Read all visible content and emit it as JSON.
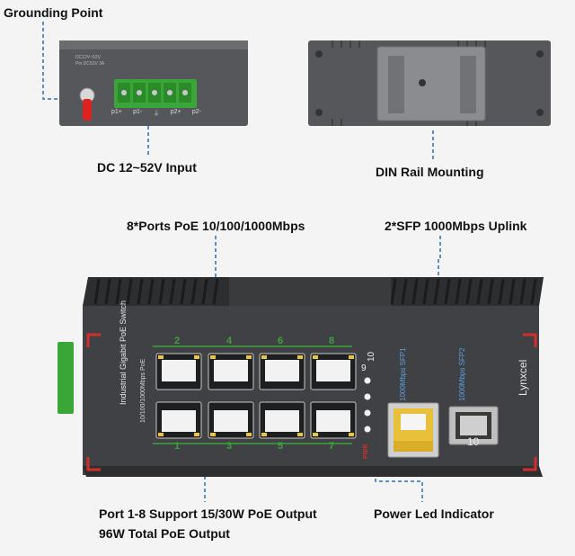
{
  "labels": {
    "grounding_point": "Grounding Point",
    "dc_input": "DC 12~52V Input",
    "din_rail": "DIN Rail Mounting",
    "ports_poe": "8*Ports PoE 10/100/1000Mbps",
    "sfp_uplink": "2*SFP 1000Mbps Uplink",
    "port_support_1": "Port 1-8 Support 15/30W PoE Output",
    "port_support_2": "96W Total PoE Output",
    "power_led": "Power Led Indicator"
  },
  "device": {
    "side_text": "Industrial Gigabit PoE Switch",
    "side_subtext": "10/100/1000Mbps PoE",
    "brand": "Lynxcel",
    "top_port_numbers": [
      "2",
      "4",
      "6",
      "8"
    ],
    "bottom_port_numbers": [
      "1",
      "3",
      "5",
      "7"
    ],
    "sfp_numbers": [
      "9",
      "10"
    ],
    "sfp1_label": "1000Mbps SFP1",
    "sfp2_label": "1000Mbps SFP2",
    "pwr_label": "PWR",
    "sfp_port_number": "10",
    "terminal_labels": [
      "p1+",
      "p1-",
      "⏚",
      "p2+",
      "p2-"
    ]
  },
  "colors": {
    "device_body": "#3c3d3f",
    "accent_line": "#2a6fb5",
    "port_green": "#3da33a",
    "corner_red": "#d0302b"
  }
}
